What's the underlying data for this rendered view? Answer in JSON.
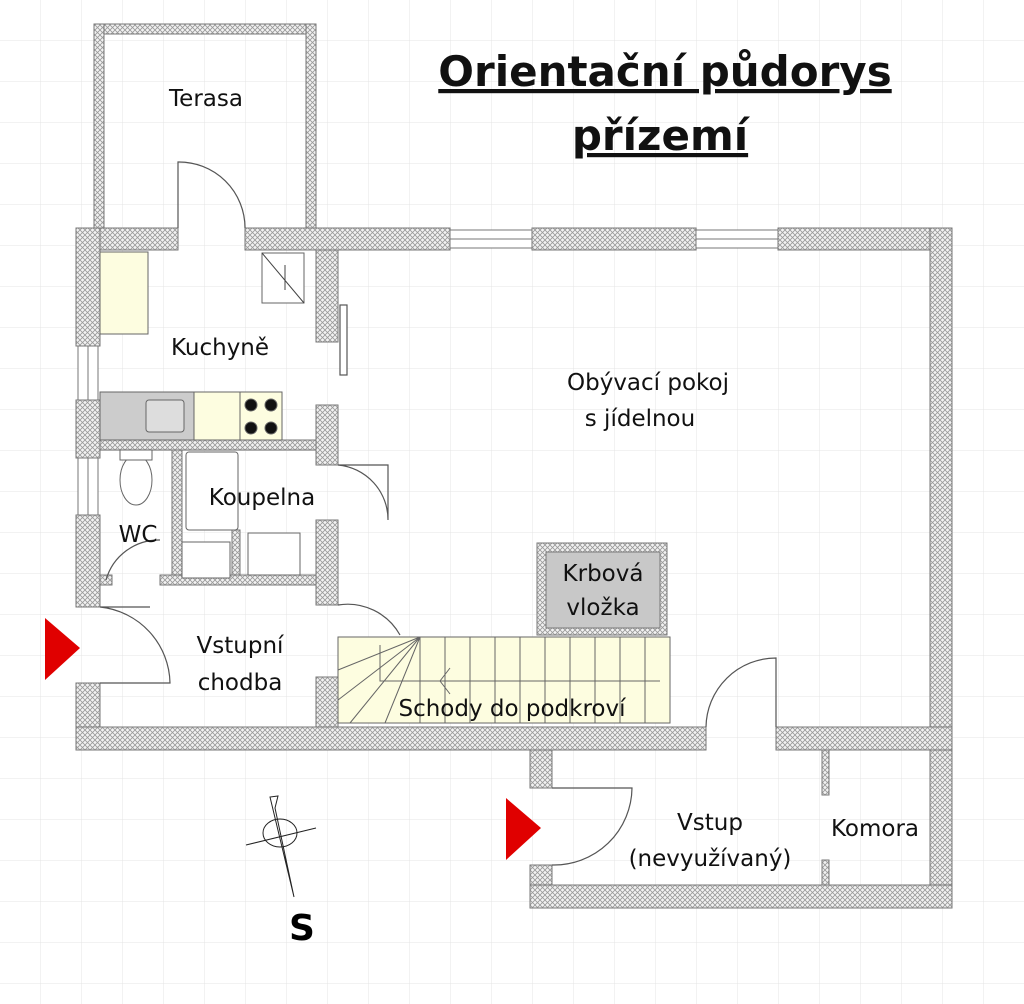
{
  "title": {
    "line1": "Orientační půdorys",
    "line2": "přízemí"
  },
  "rooms": {
    "terasa": "Terasa",
    "kuchyne": "Kuchyně",
    "obyvaci_1": "Obývací pokoj",
    "obyvaci_2": "s jídelnou",
    "koupelna": "Koupelna",
    "wc": "WC",
    "krb_1": "Krbová",
    "krb_2": "vložka",
    "chodba_1": "Vstupní",
    "chodba_2": "chodba",
    "schody": "Schody do podkroví",
    "vstup_1": "Vstup",
    "vstup_2": "(nevyužívaný)",
    "komora": "Komora"
  },
  "compass": {
    "label": "S"
  },
  "colors": {
    "entrance_marker": "#e00000",
    "furniture": "#fdfde0",
    "wall": "#ccc"
  }
}
